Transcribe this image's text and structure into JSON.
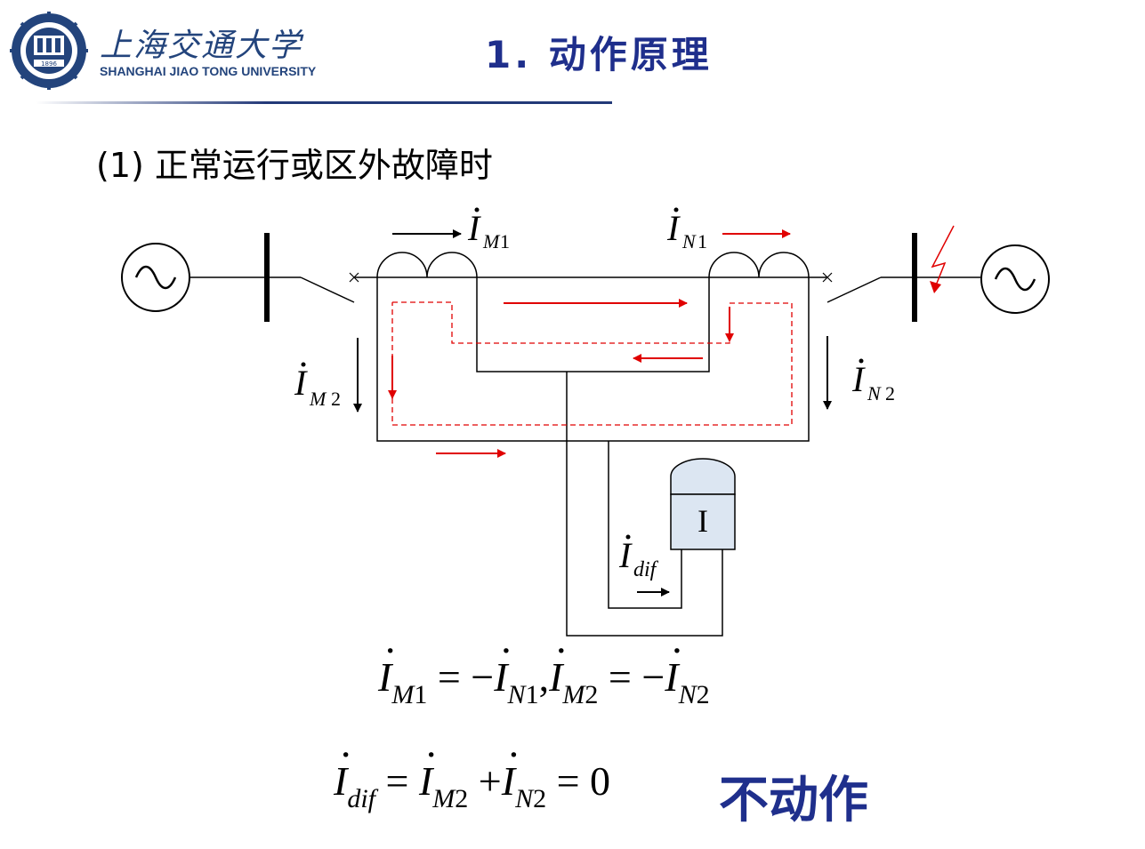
{
  "header": {
    "university_cn": "上海交通大学",
    "university_en": "SHANGHAI JIAO TONG UNIVERSITY",
    "logo_year": "1896",
    "page_title": "1. 动作原理"
  },
  "section": {
    "heading": "(1) 正常运行或区外故障时"
  },
  "diagram": {
    "source_symbol": "~",
    "relay_label": "I",
    "labels": {
      "im1": {
        "main": "I",
        "sub_letter": "M",
        "sub_num": "1"
      },
      "in1": {
        "main": "I",
        "sub_letter": "N",
        "sub_num": "1"
      },
      "im2": {
        "main": "I",
        "sub_letter": "M",
        "sub_num": "2"
      },
      "in2": {
        "main": "I",
        "sub_letter": "N",
        "sub_num": "2"
      },
      "idif": {
        "main": "I",
        "sub_letter": "dif",
        "sub_num": ""
      }
    },
    "colors": {
      "line": "#000000",
      "current_arrow": "#e00000",
      "relay_fill": "#dce6f2"
    }
  },
  "equations": {
    "eq1": {
      "t1_sub_l": "M",
      "t1_sub_n": "1",
      "op1": "= −",
      "t2_sub_l": "N",
      "t2_sub_n": "1",
      "sep": ",",
      "t3_sub_l": "M",
      "t3_sub_n": "2",
      "op2": "= −",
      "t4_sub_l": "N",
      "t4_sub_n": "2"
    },
    "eq2": {
      "t1_sub": "dif",
      "op1": "=",
      "t2_sub_l": "M",
      "t2_sub_n": "2",
      "op2": "+",
      "t3_sub_l": "N",
      "t3_sub_n": "2",
      "op3": "= 0"
    },
    "verdict": "不动作"
  }
}
